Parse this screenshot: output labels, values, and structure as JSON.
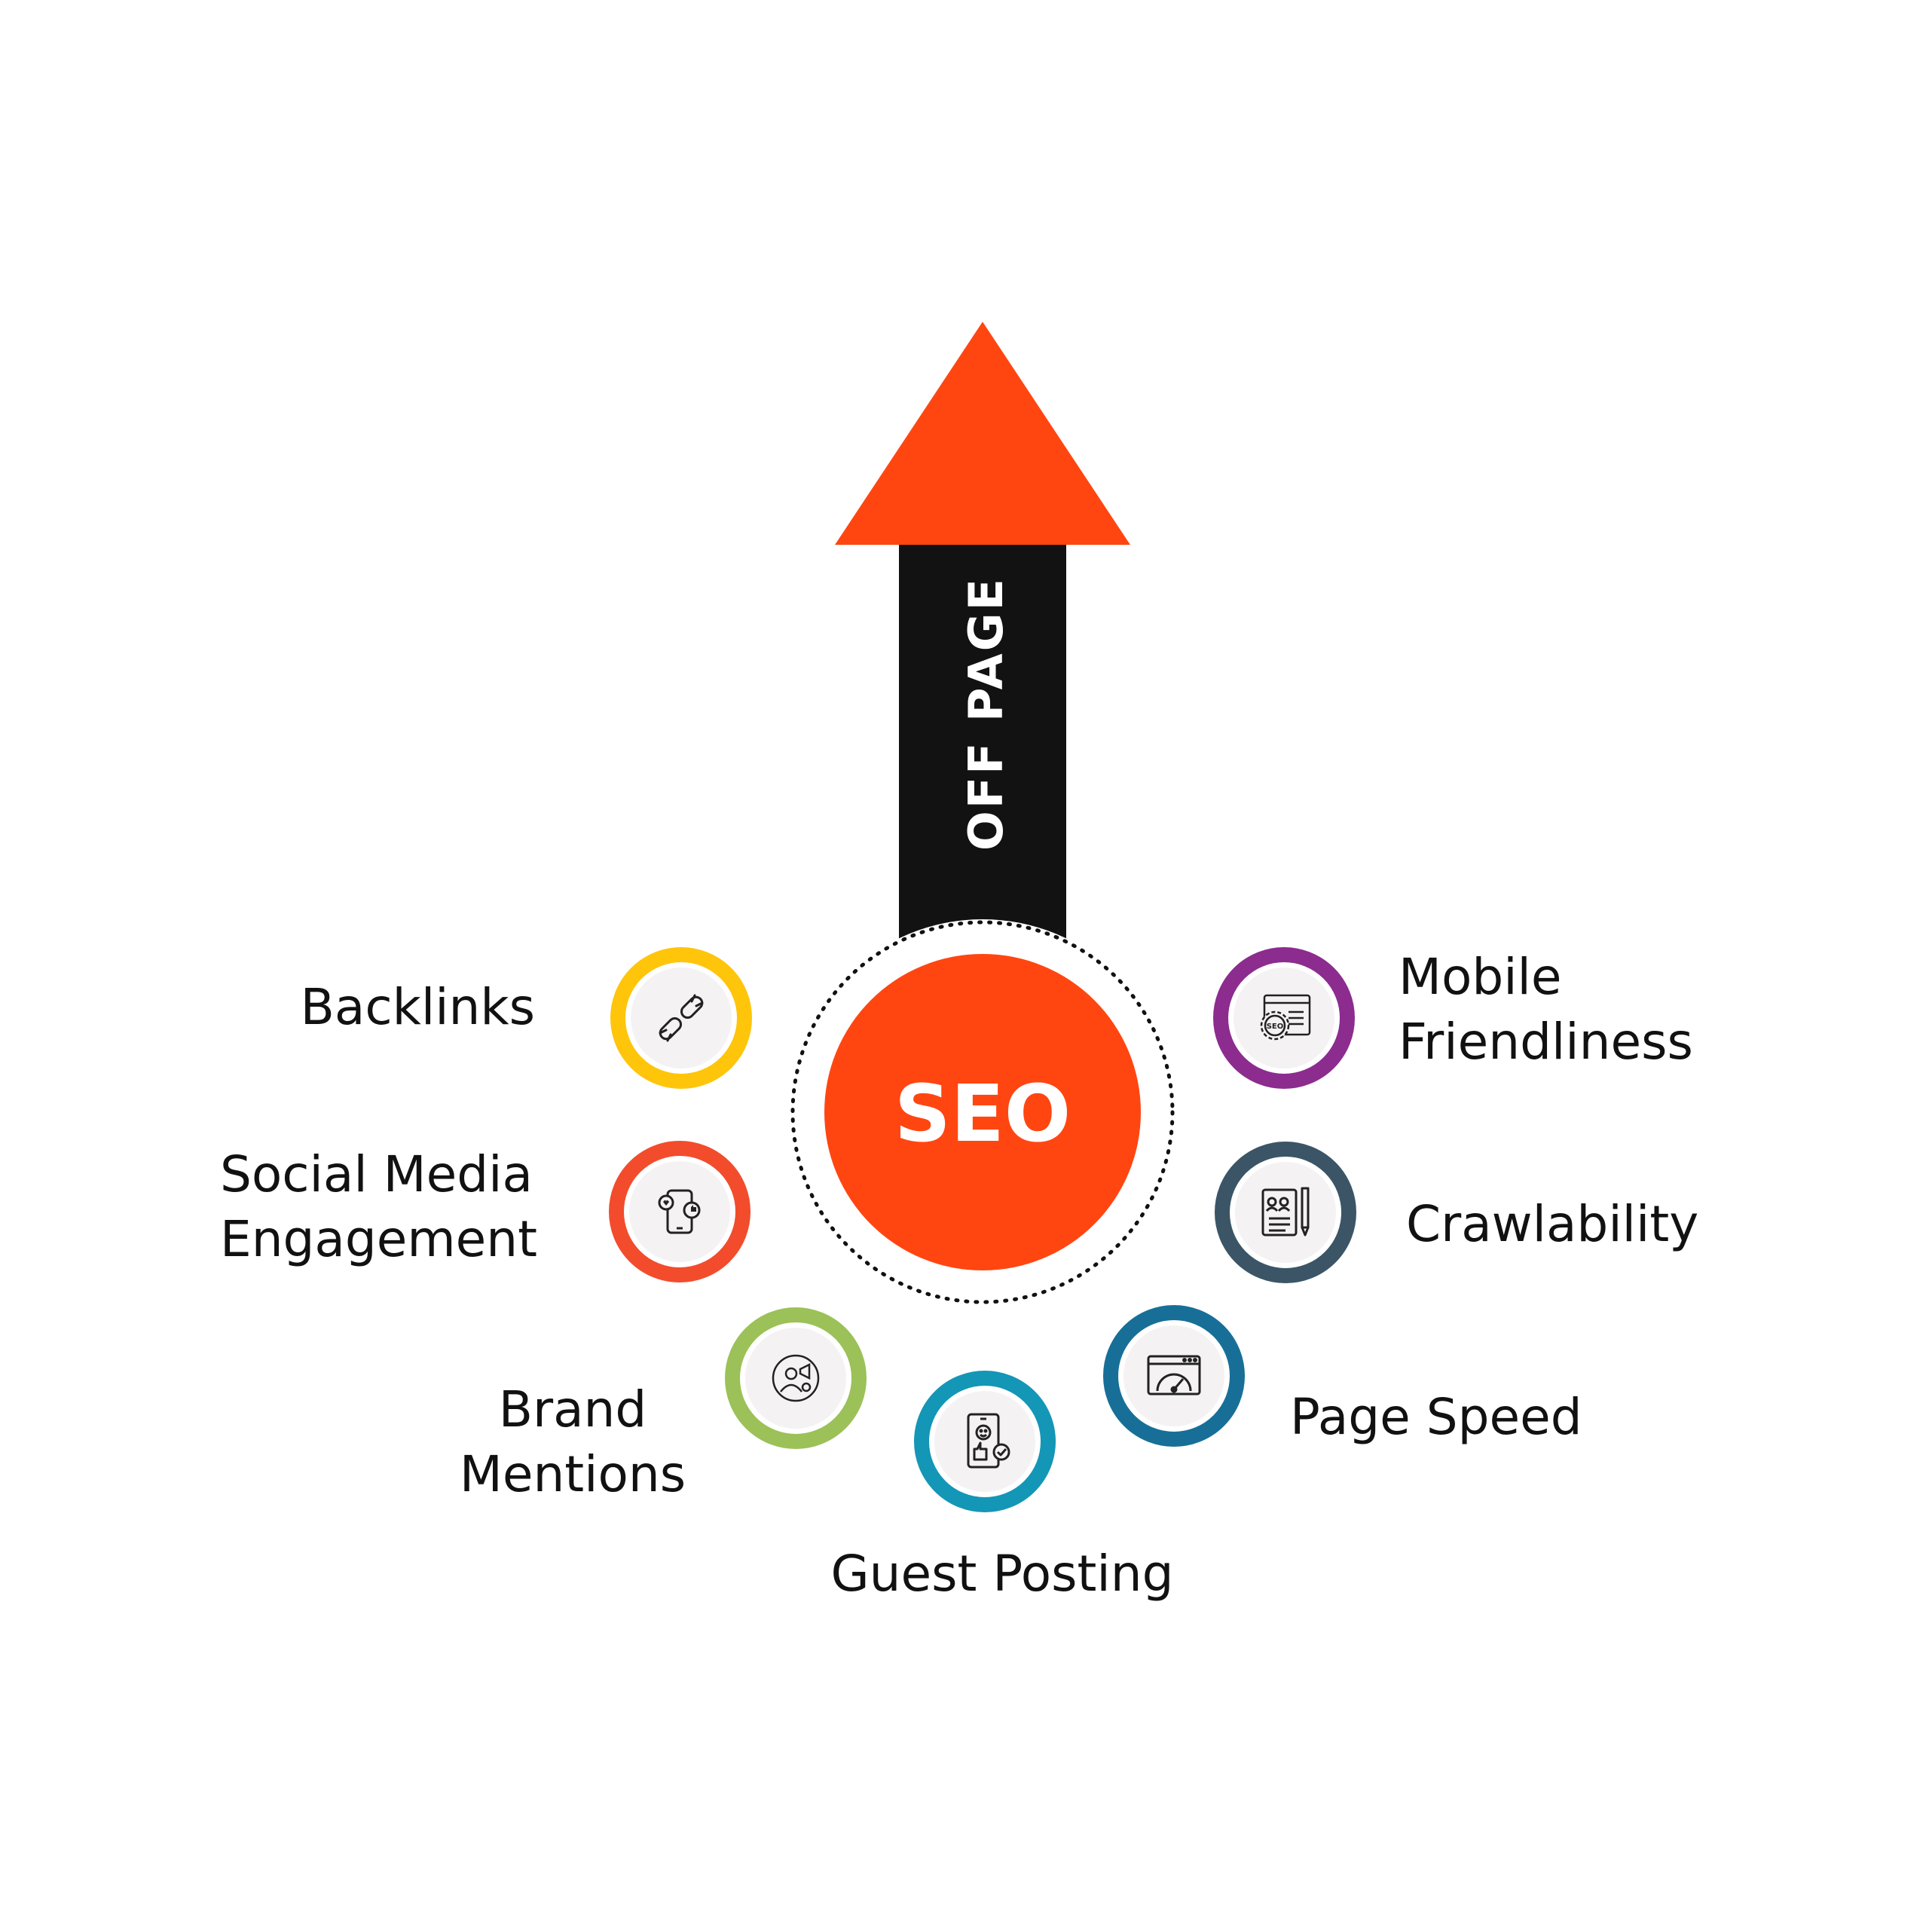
{
  "center": {
    "label": "SEO",
    "color": "#FF4611"
  },
  "arrow": {
    "label": "OFF PAGE",
    "head_color": "#FF4611",
    "shaft_color": "#121212"
  },
  "nodes": [
    {
      "id": "backlinks",
      "lines": [
        "Backlinks"
      ],
      "ring_color": "#FFC50B",
      "icon": "chain-link-icon"
    },
    {
      "id": "social-media-engagement",
      "lines": [
        "Social Media",
        "Engagement"
      ],
      "ring_color": "#F24C2C",
      "icon": "social-phone-icon"
    },
    {
      "id": "brand-mentions",
      "lines": [
        "Brand",
        "Mentions"
      ],
      "ring_color": "#9BC158",
      "icon": "megaphone-person-icon"
    },
    {
      "id": "guest-posting",
      "lines": [
        "Guest Posting"
      ],
      "ring_color": "#1496B6",
      "icon": "thumbs-up-phone-icon"
    },
    {
      "id": "page-speed",
      "lines": [
        "Page Speed"
      ],
      "ring_color": "#176F98",
      "icon": "speedometer-browser-icon"
    },
    {
      "id": "crawlability",
      "lines": [
        "Crawlability"
      ],
      "ring_color": "#3B5566",
      "icon": "document-pencil-icon"
    },
    {
      "id": "mobile-friendliness",
      "lines": [
        "Mobile",
        "Friendliness"
      ],
      "ring_color": "#8C2C8F",
      "icon": "seo-gear-browser-icon"
    }
  ]
}
